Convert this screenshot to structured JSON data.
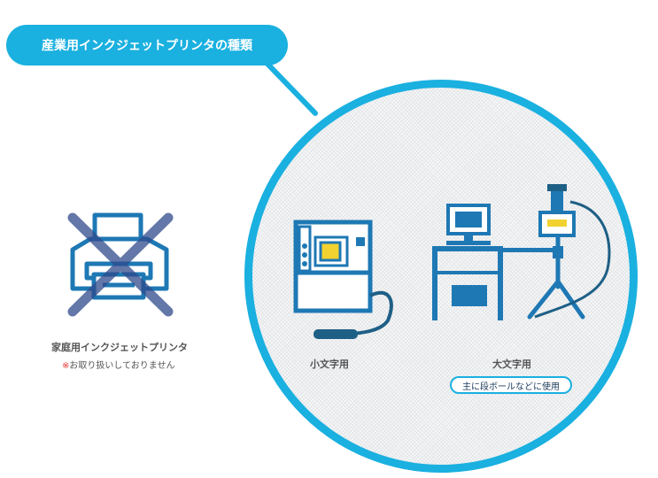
{
  "title": "産業用インクジェットプリンタの種類",
  "home_printer": {
    "label": "家庭用インクジェットプリンタ",
    "note_mark": "※",
    "note": "お取り扱いしておりません"
  },
  "small_printer": {
    "label": "小文字用"
  },
  "large_printer": {
    "label": "大文字用",
    "usage": "主に段ボールなどに使用"
  },
  "colors": {
    "accent": "#1ab0e0",
    "icon": "#1e78b4",
    "cross": "#2f4a8c",
    "highlight": "#f2d230",
    "cable": "#1e5f86"
  }
}
